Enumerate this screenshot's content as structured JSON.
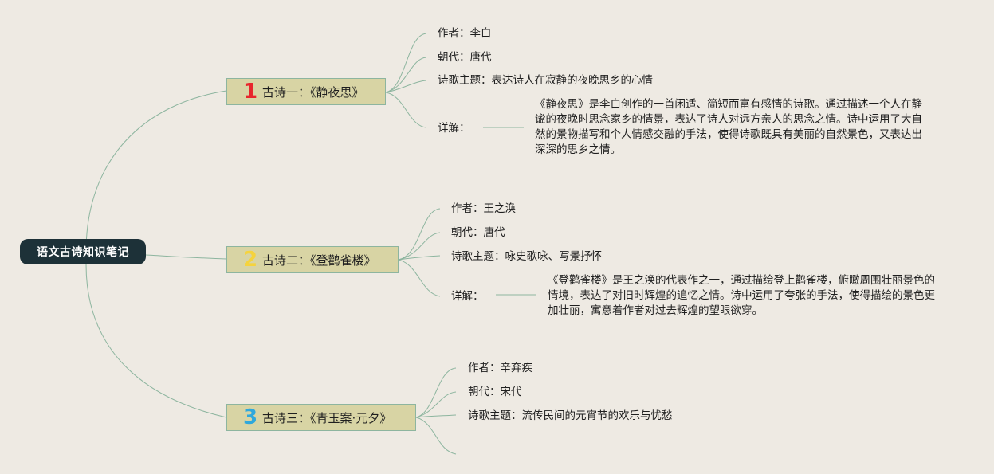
{
  "root": {
    "title": "语文古诗知识笔记"
  },
  "colors": {
    "background": "#eeeae3",
    "root_bg": "#1d3138",
    "branch_bg": "#d8d4a4",
    "line": "#8db59f",
    "num1": "#e8262c",
    "num2": "#f5d33d",
    "num3": "#2fa8dc"
  },
  "branches": [
    {
      "number": "1",
      "title": "古诗一：《静夜思》",
      "author": "作者：李白",
      "dynasty": "朝代：唐代",
      "theme": "诗歌主题：表达诗人在寂静的夜晚思乡的心情",
      "detail_label": "详解：",
      "detail_text": "《静夜思》是李白创作的一首闲适、简短而富有感情的诗歌。通过描述一个人在静谧的夜晚时思念家乡的情景，表达了诗人对远方亲人的思念之情。诗中运用了大自然的景物描写和个人情感交融的手法，使得诗歌既具有美丽的自然景色，又表达出深深的思乡之情。"
    },
    {
      "number": "2",
      "title": "古诗二：《登鹳雀楼》",
      "author": "作者：王之涣",
      "dynasty": "朝代：唐代",
      "theme": "诗歌主题：咏史歌咏、写景抒怀",
      "detail_label": "详解：",
      "detail_text": "《登鹳雀楼》是王之涣的代表作之一，通过描绘登上鹳雀楼，俯瞰周围壮丽景色的情境，表达了对旧时辉煌的追忆之情。诗中运用了夸张的手法，使得描绘的景色更加壮丽，寓意着作者对过去辉煌的望眼欲穿。"
    },
    {
      "number": "3",
      "title": "古诗三：《青玉案·元夕》",
      "author": "作者：辛弃疾",
      "dynasty": "朝代：宋代",
      "theme": "诗歌主题：流传民间的元宵节的欢乐与忧愁"
    }
  ]
}
